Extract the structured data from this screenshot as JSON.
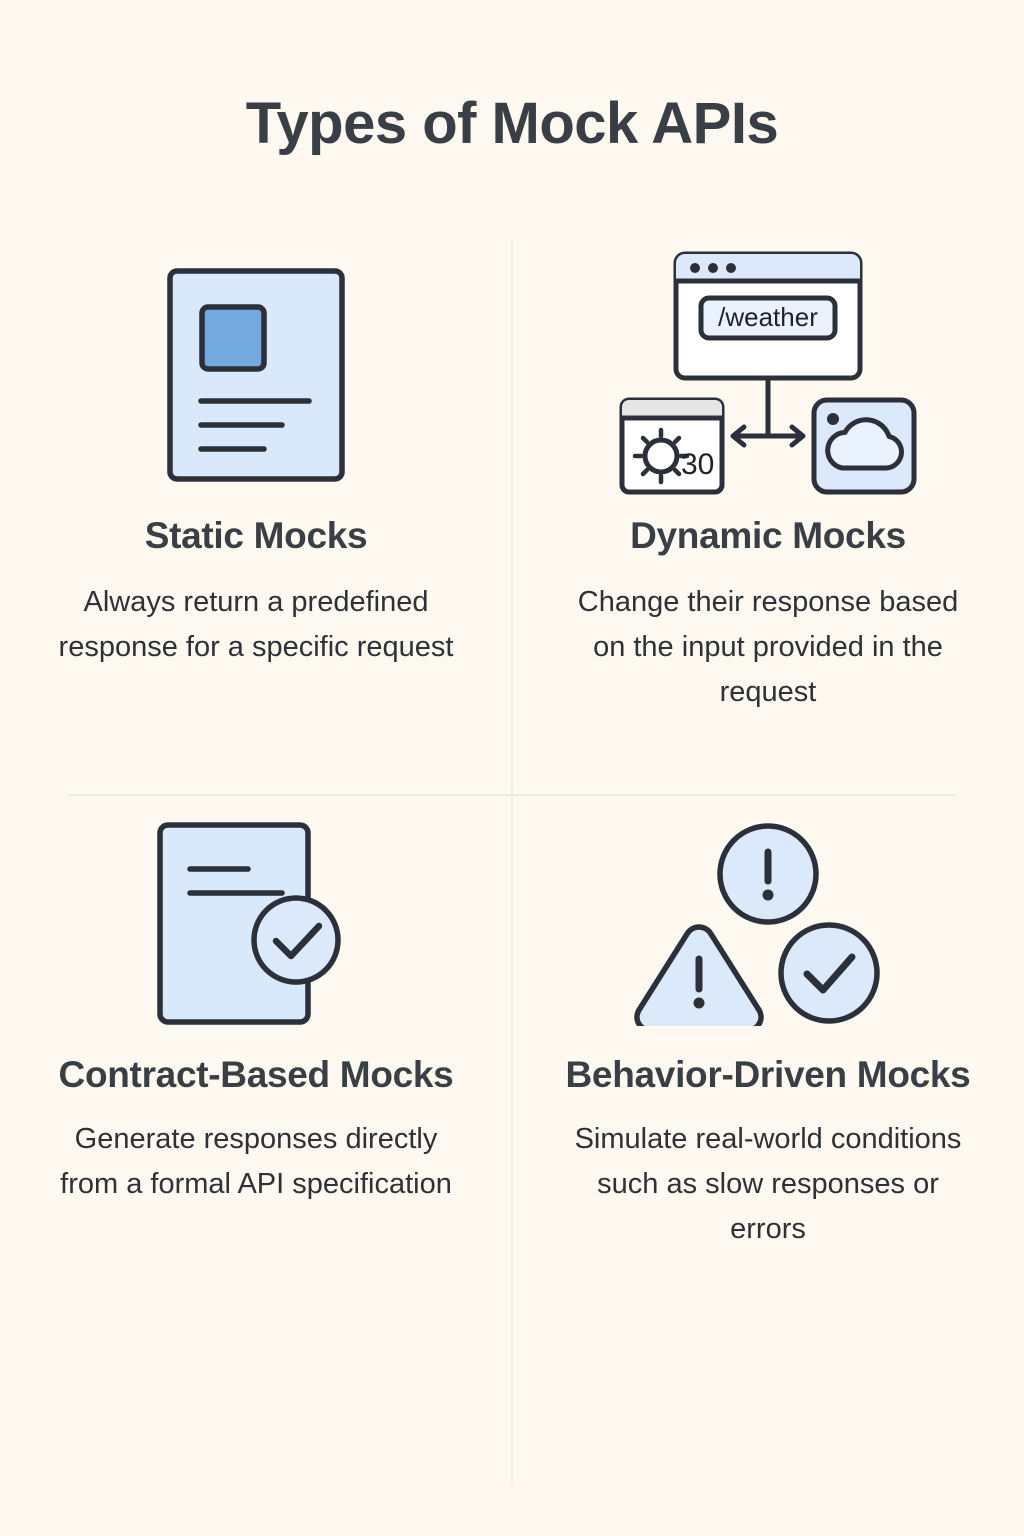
{
  "page": {
    "title": "Types of Mock APIs",
    "background_color": "#FDF8F0",
    "title_color": "#3A3F45",
    "accent_blue_pale": "#DCE9FB",
    "accent_blue_mid": "#74A9E0",
    "outline_color": "#2B303B",
    "divider_color": "#F2EDE4"
  },
  "cards": [
    {
      "id": "static-mocks",
      "title": "Static Mocks",
      "description": "Always return a predefined response for a specific request",
      "icon": "document-with-image-icon"
    },
    {
      "id": "dynamic-mocks",
      "title": "Dynamic Mocks",
      "description": "Change their response based on the input provided in the request",
      "icon": "browser-endpoint-branching-icon",
      "icon_labels": {
        "endpoint": "/weather",
        "temperature": "30"
      }
    },
    {
      "id": "contract-based-mocks",
      "title": "Contract-Based Mocks",
      "description": "Generate responses directly from a formal API specification",
      "icon": "document-check-icon"
    },
    {
      "id": "behavior-driven-mocks",
      "title": "Behavior-Driven Mocks",
      "description": "Simulate real-world conditions such as slow responses or errors",
      "icon": "alert-warning-check-icon"
    }
  ]
}
